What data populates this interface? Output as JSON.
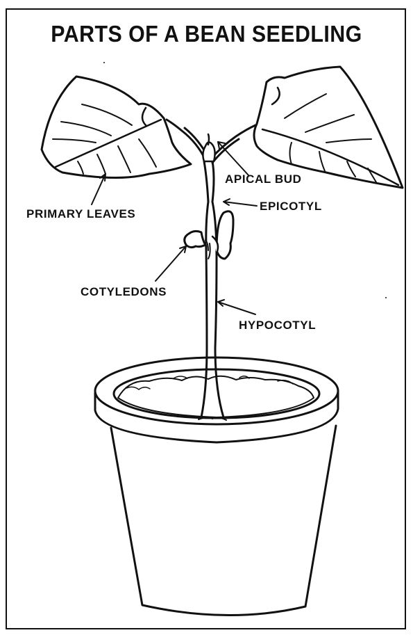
{
  "title": "PARTS OF A BEAN SEEDLING",
  "labels": {
    "apical_bud": "APICAL BUD",
    "epicotyl": "EPICOTYL",
    "primary_leaves": "PRIMARY LEAVES",
    "cotyledons": "COTYLEDONS",
    "hypocotyl": "HYPOCOTYL"
  },
  "colors": {
    "ink": "#111111",
    "paper": "#ffffff"
  }
}
